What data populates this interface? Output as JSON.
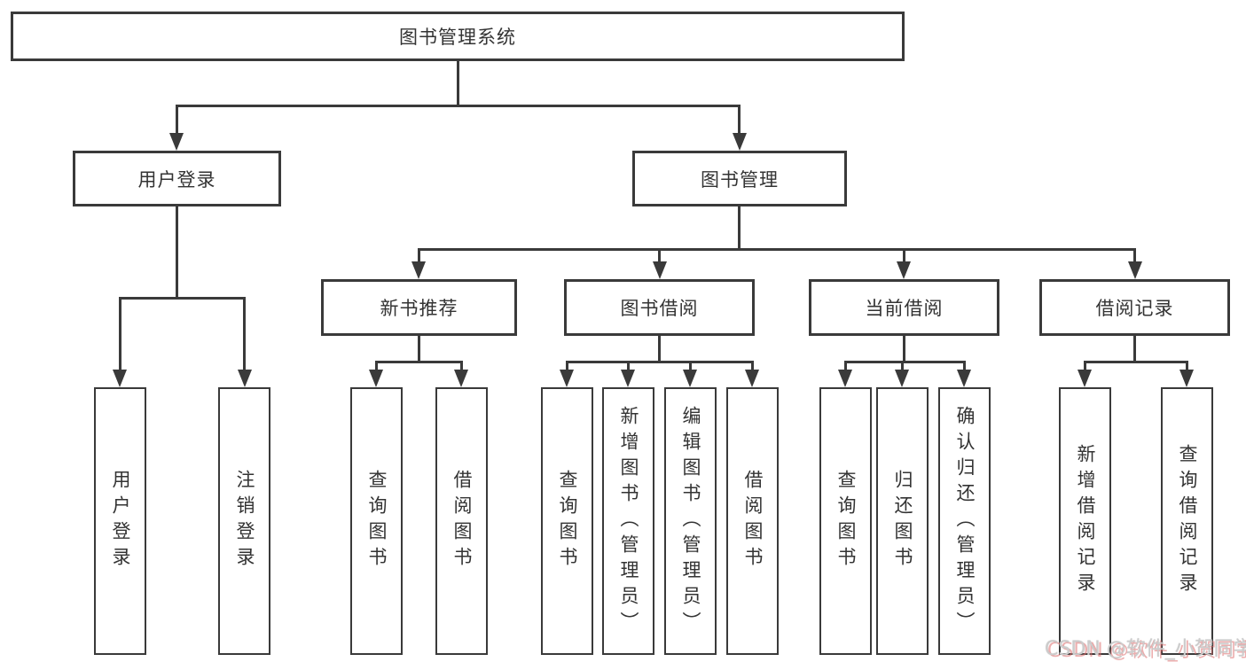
{
  "diagram": {
    "root": {
      "label": "图书管理系统"
    },
    "branches": [
      {
        "label": "用户登录",
        "children": [
          {
            "label": "用户登录"
          },
          {
            "label": "注销登录"
          }
        ]
      },
      {
        "label": "图书管理",
        "children": [
          {
            "label": "新书推荐",
            "children": [
              {
                "label": "查询图书"
              },
              {
                "label": "借阅图书"
              }
            ]
          },
          {
            "label": "图书借阅",
            "children": [
              {
                "label": "查询图书"
              },
              {
                "label": "新增图书（管理员）"
              },
              {
                "label": "编辑图书（管理员）"
              },
              {
                "label": "借阅图书"
              }
            ]
          },
          {
            "label": "当前借阅",
            "children": [
              {
                "label": "查询图书"
              },
              {
                "label": "归还图书"
              },
              {
                "label": "确认归还（管理员）"
              }
            ]
          },
          {
            "label": "借阅记录",
            "children": [
              {
                "label": "新增借阅记录"
              },
              {
                "label": "查询借阅记录"
              }
            ]
          }
        ]
      }
    ]
  },
  "watermark": {
    "text": "CSDN @软件_小贺同学"
  },
  "colors": {
    "line": "#3a3a3a",
    "text": "#333333",
    "background": "#ffffff",
    "watermark_fill": "#cccccc",
    "watermark_shadow": "#de6e6e"
  }
}
